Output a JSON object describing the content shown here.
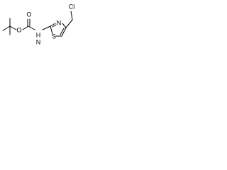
{
  "molecule": {
    "atom_labels": {
      "o1": "O",
      "o2": "O",
      "n1": "N",
      "n2": "N",
      "s": "S",
      "cl": "Cl",
      "h": "H"
    },
    "colors": {
      "bond": "#000000",
      "text": "#000000",
      "background": "#ffffff"
    }
  }
}
